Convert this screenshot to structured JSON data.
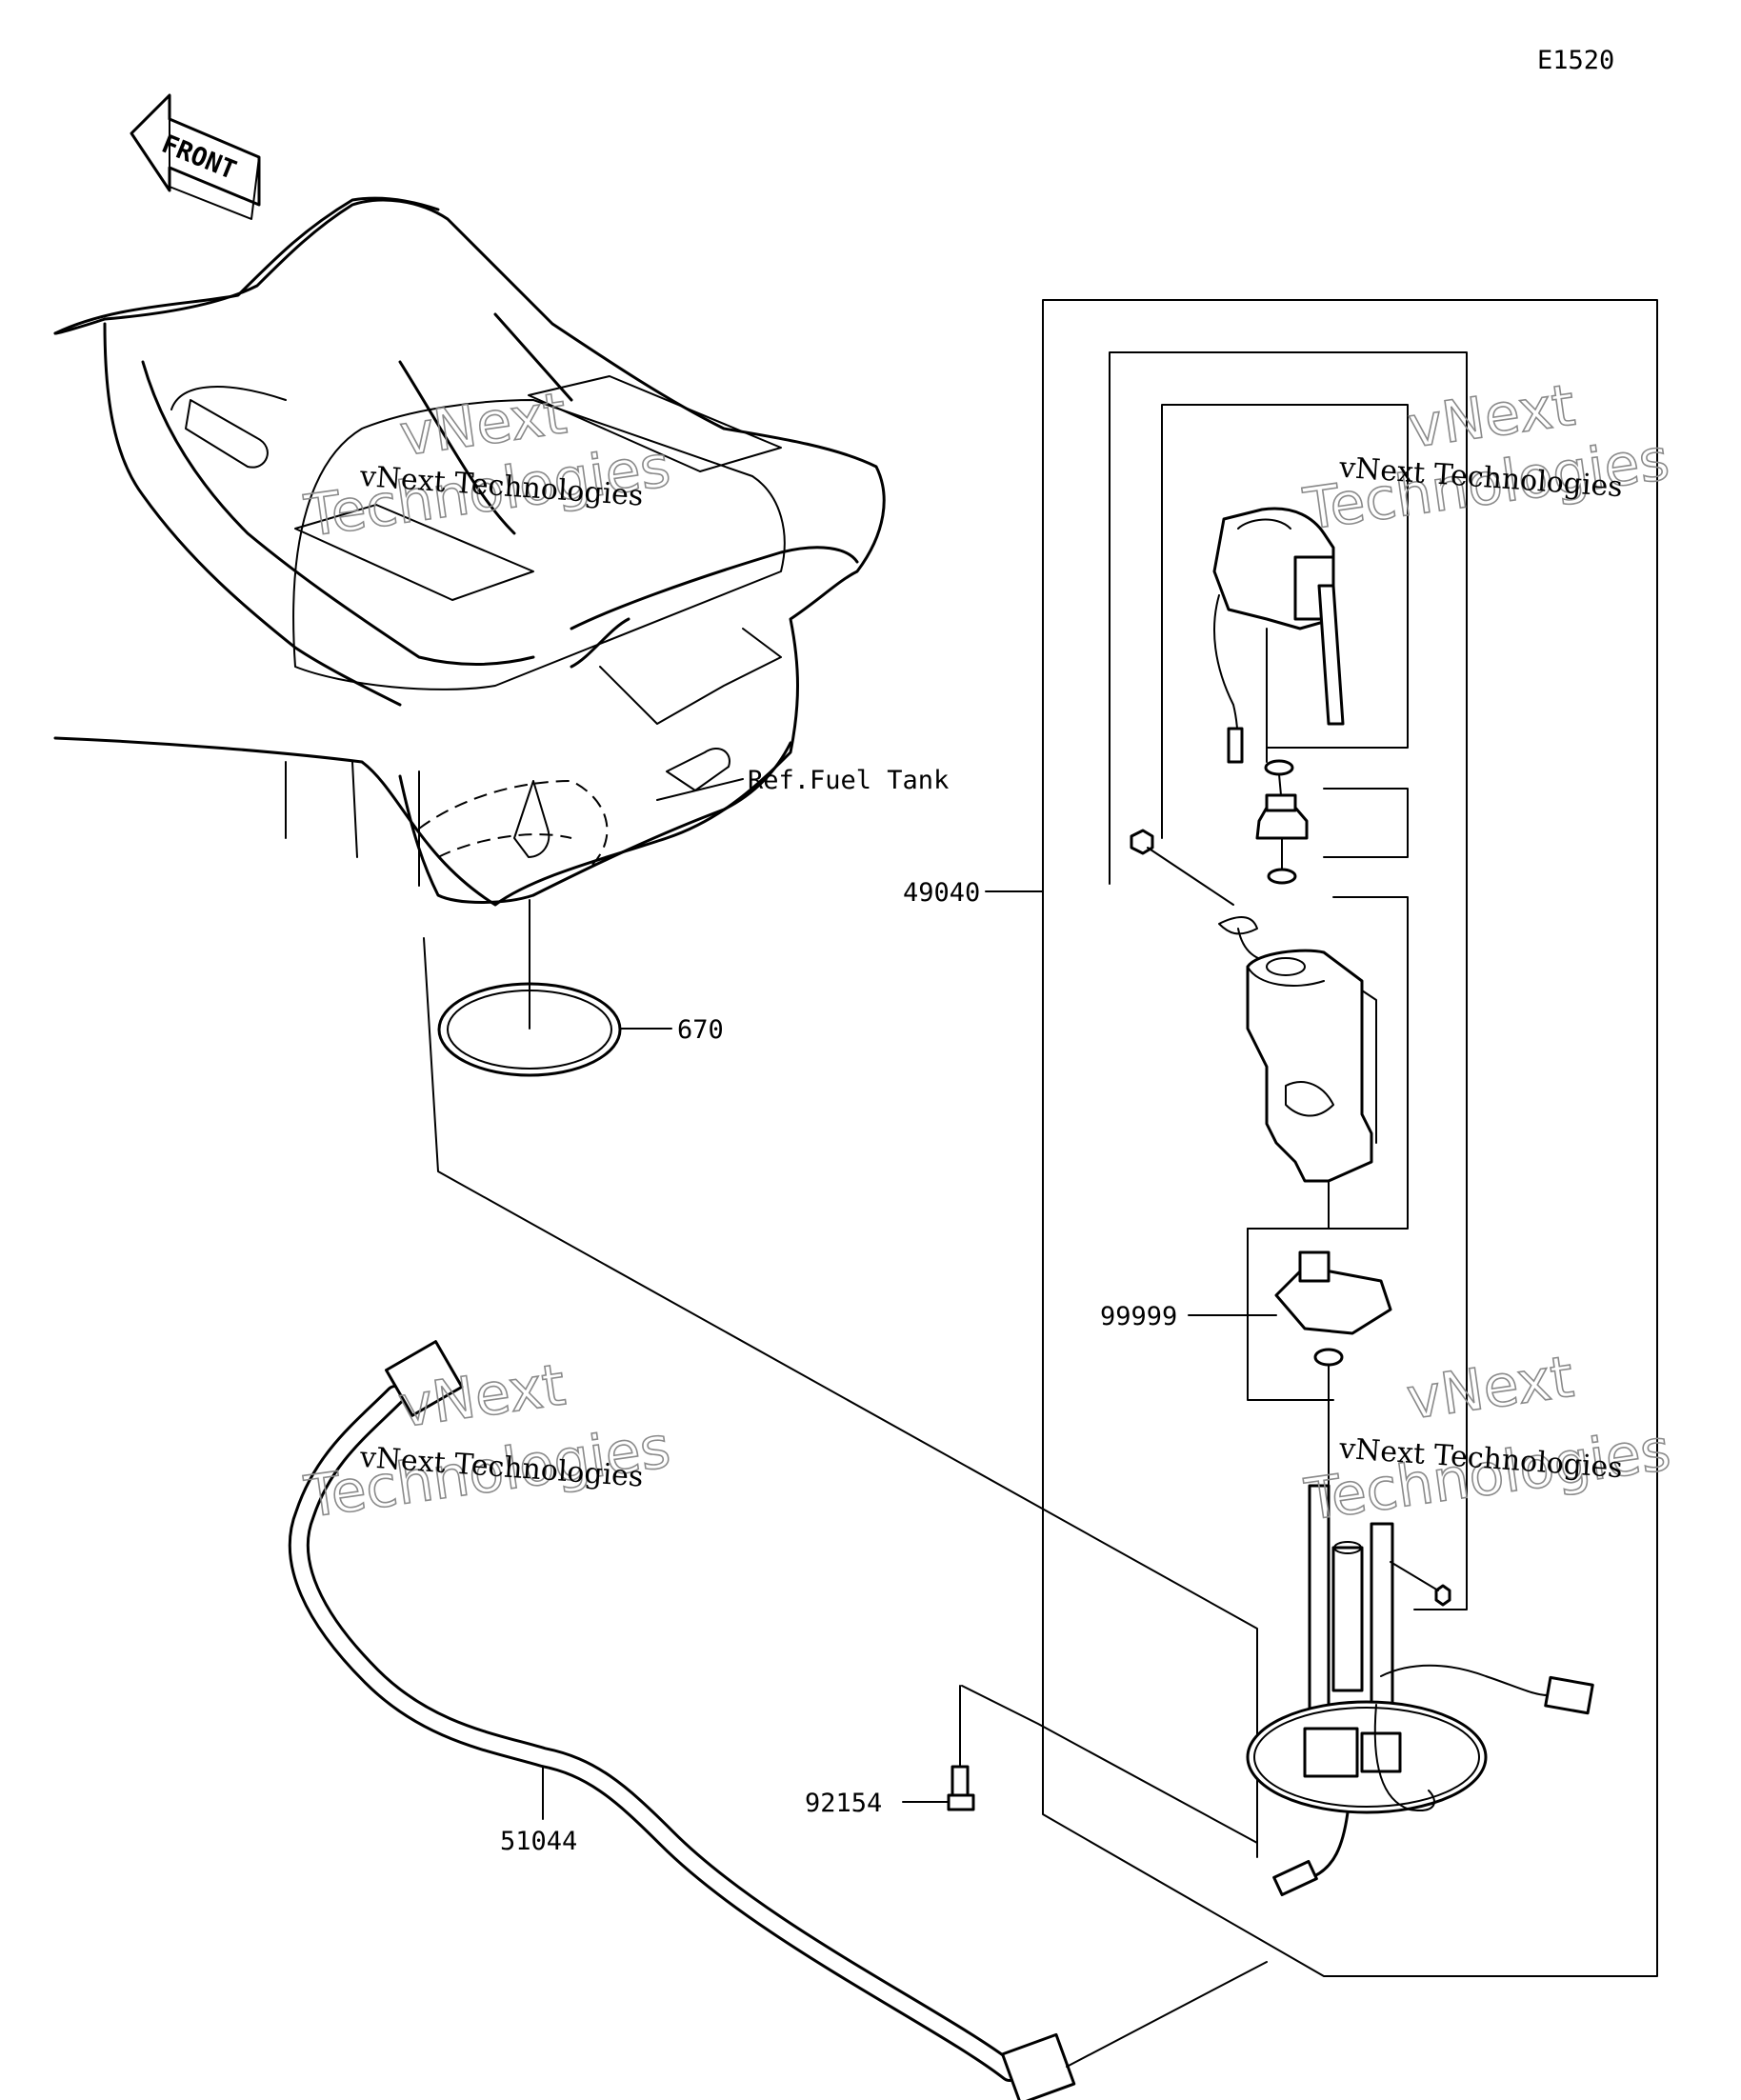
{
  "diagram_code": "E1520",
  "front_arrow": "FRONT",
  "ref_label": "Ref.Fuel Tank",
  "callouts": {
    "pump_assembly": "49040",
    "gasket": "670",
    "filter": "99999",
    "bolt": "92154",
    "hose": "51044"
  },
  "watermark": {
    "line1": "vNext Technologies",
    "line2": "vNext",
    "line3": "Technologies"
  }
}
